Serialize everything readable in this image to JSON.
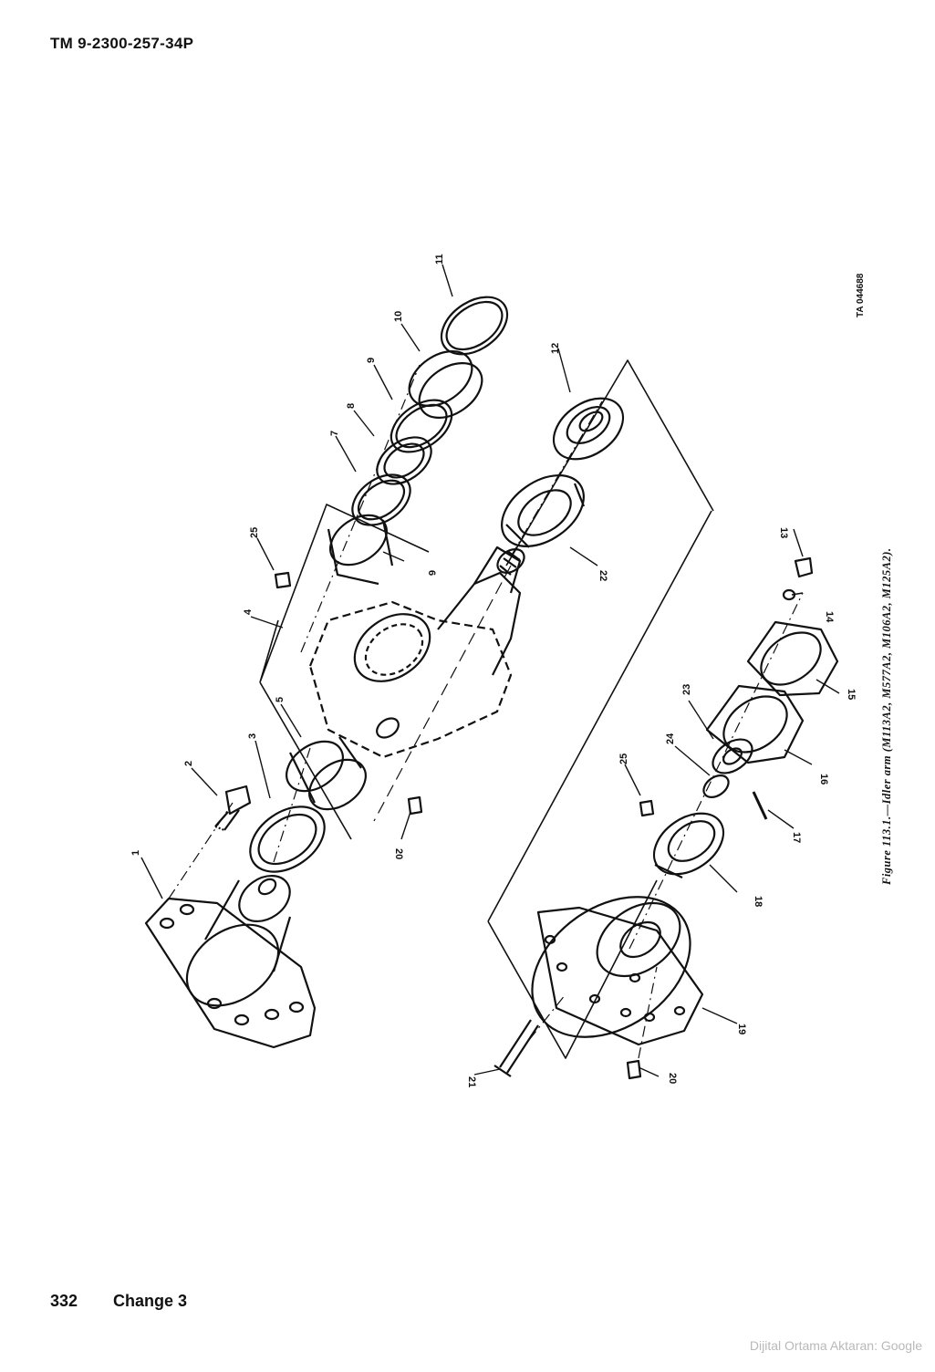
{
  "header": {
    "manual_number": "TM 9-2300-257-34P"
  },
  "figure": {
    "caption": "Figure 113.1.—Idler arm (M113A2, M577A2, M106A2, M125A2).",
    "ta_code": "TA 044688",
    "callouts": [
      "1",
      "2",
      "3",
      "4",
      "5",
      "6",
      "7",
      "8",
      "9",
      "10",
      "11",
      "12",
      "13",
      "14",
      "15",
      "16",
      "17",
      "18",
      "19",
      "20",
      "20",
      "21",
      "22",
      "23",
      "24",
      "25",
      "25"
    ]
  },
  "footer": {
    "page_number": "332",
    "change": "Change 3"
  },
  "watermark": "Dijital Ortama Aktaran: Google"
}
